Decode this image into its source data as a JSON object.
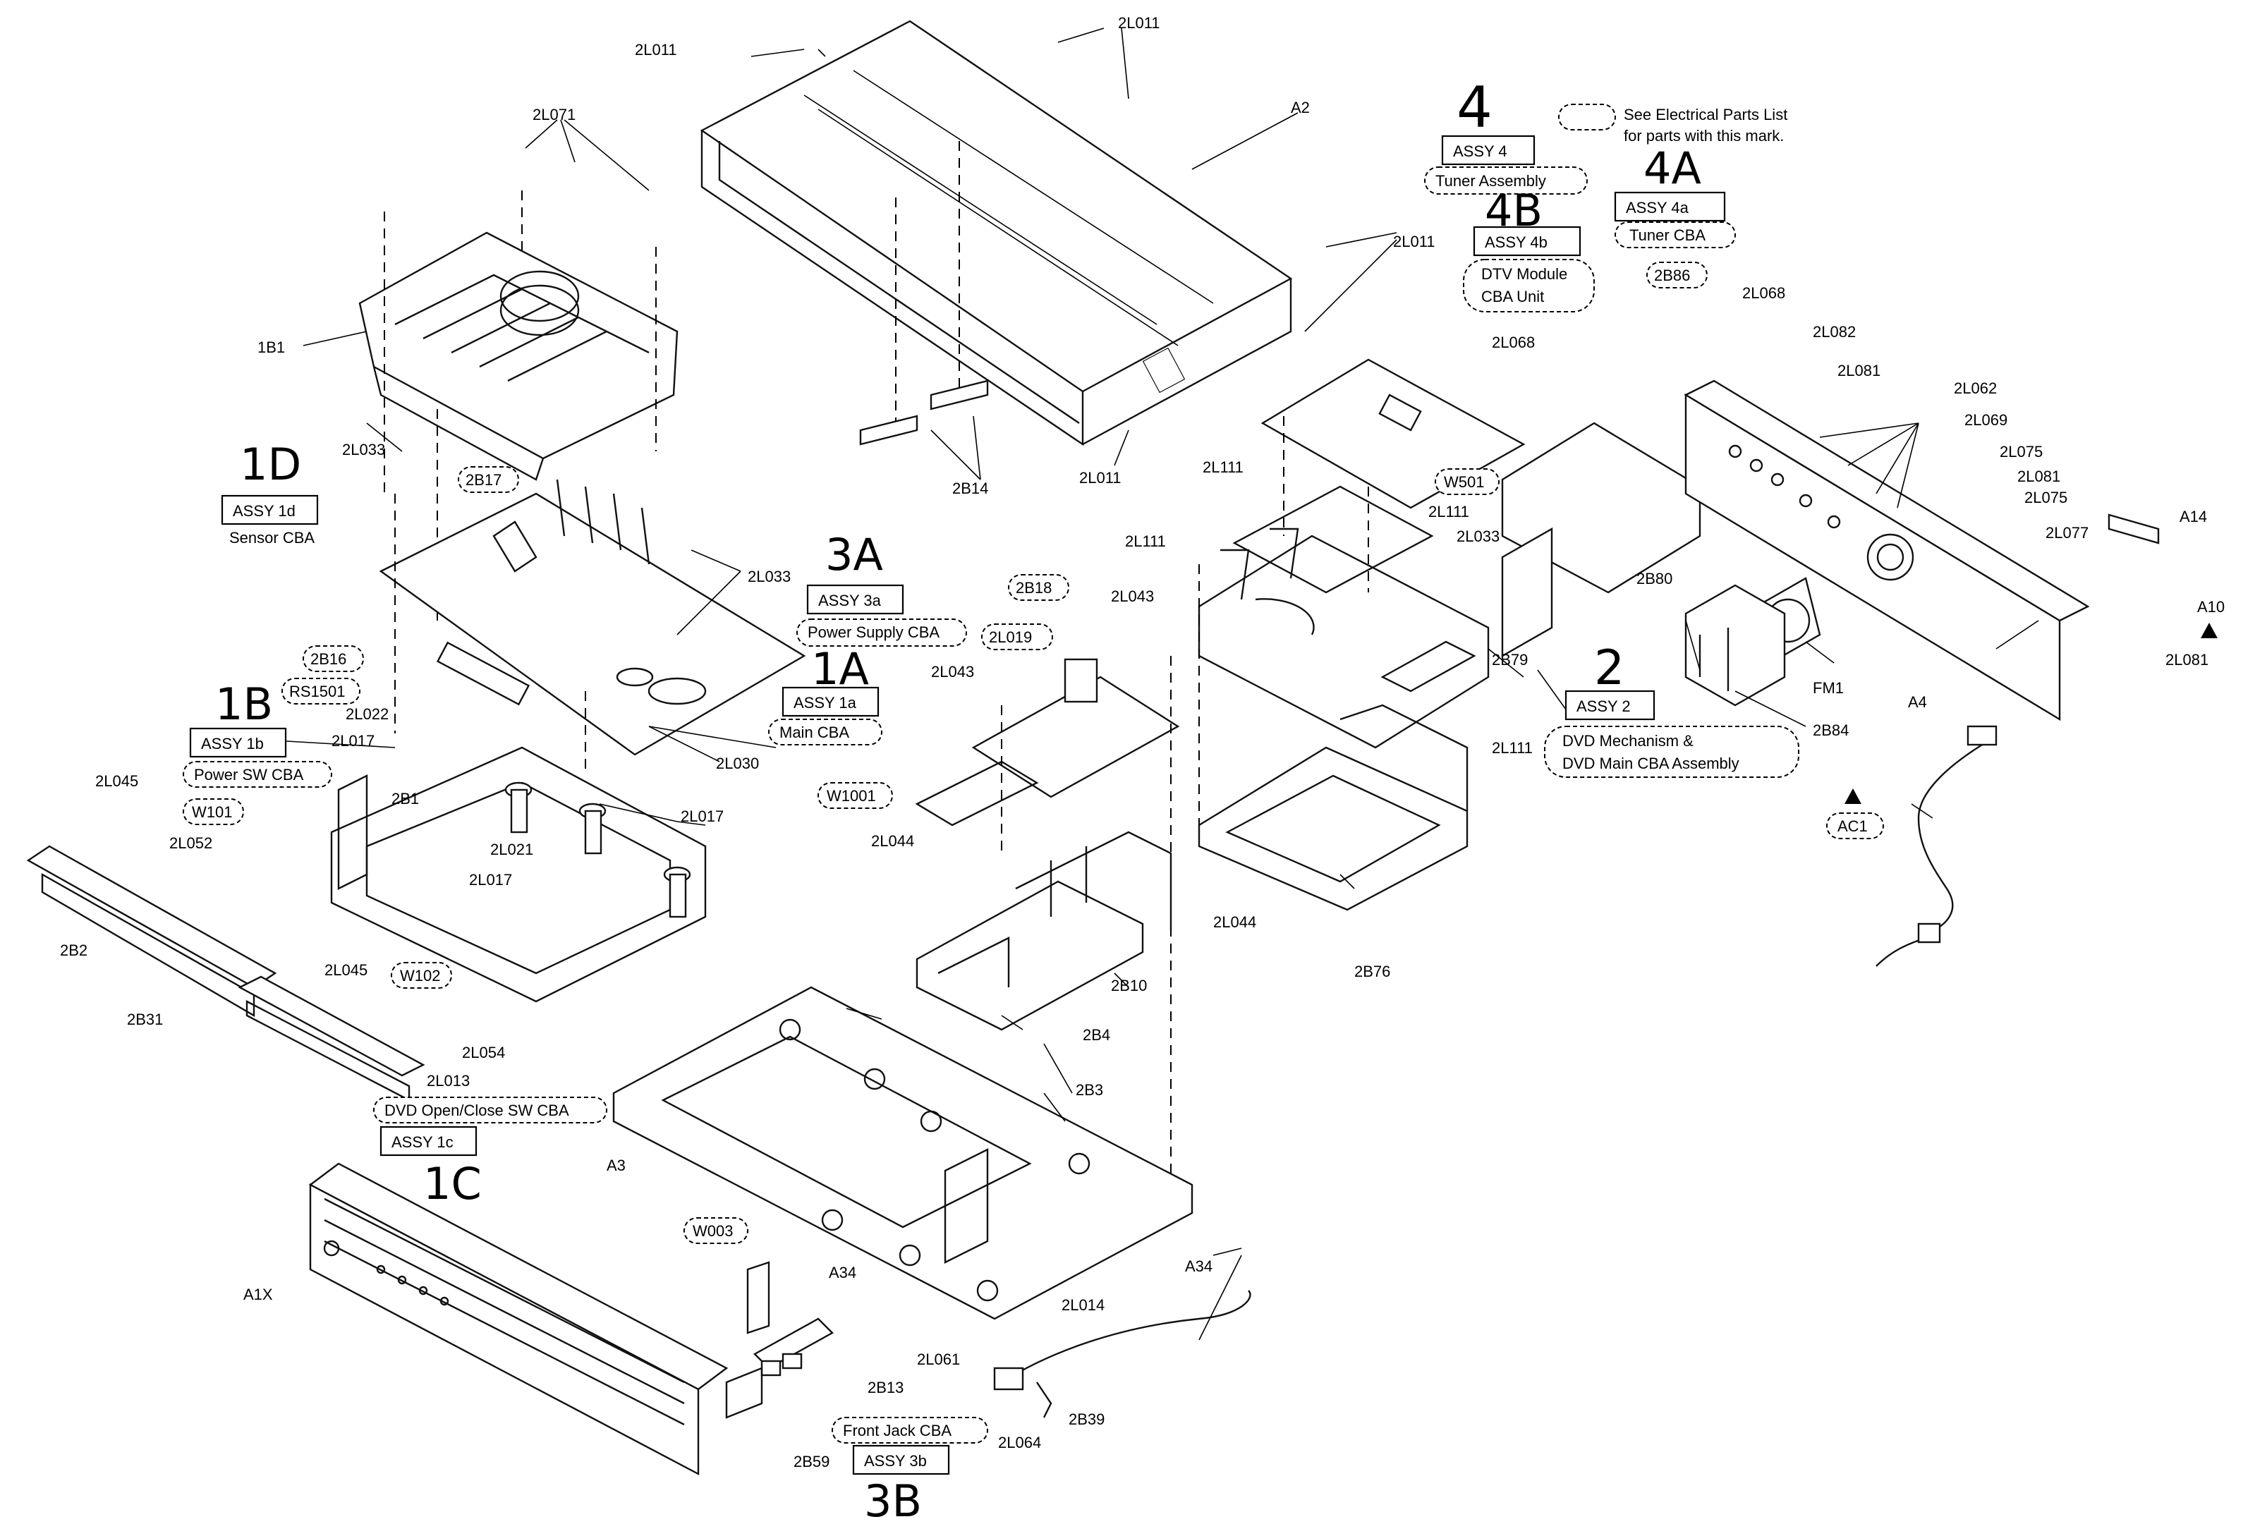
{
  "legend": {
    "text_line1": "See Electrical Parts List",
    "text_line2": "for parts with this mark."
  },
  "assemblies": {
    "a1": {
      "hand": "1A",
      "box": "ASSY 1a",
      "name": "Main CBA"
    },
    "a1b": {
      "hand": "1B",
      "box": "ASSY 1b",
      "name": "Power SW CBA"
    },
    "a1c": {
      "hand": "1C",
      "box": "ASSY 1c",
      "name": "DVD Open/Close SW CBA"
    },
    "a1d": {
      "hand": "1D",
      "box": "ASSY 1d",
      "name": "Sensor CBA"
    },
    "a2": {
      "hand": "2",
      "box": "ASSY 2",
      "name1": "DVD Mechanism &",
      "name2": "DVD Main CBA Assembly"
    },
    "a3a": {
      "hand": "3A",
      "box": "ASSY 3a",
      "name": "Power Supply CBA"
    },
    "a3b": {
      "hand": "3B",
      "box": "ASSY 3b",
      "name": "Front Jack CBA"
    },
    "a4": {
      "hand": "4",
      "box": "ASSY 4",
      "name": "Tuner Assembly"
    },
    "a4a": {
      "hand": "4A",
      "box": "ASSY 4a",
      "name": "Tuner CBA"
    },
    "a4b": {
      "hand": "4B",
      "box": "ASSY 4b",
      "name1": "DTV Module",
      "name2": "CBA Unit"
    }
  },
  "circled_parts": {
    "b86": "2B86",
    "b17": "2B17",
    "b16": "2B16",
    "rs1501": "RS1501",
    "w101": "W101",
    "w102": "W102",
    "b18": "2B18",
    "l019": "2L019",
    "w1001": "W1001",
    "w501": "W501",
    "w003": "W003",
    "ac1": "AC1"
  },
  "parts": {
    "l011_a": "2L011",
    "l011_b": "2L011",
    "l011_c": "2L011",
    "l011_d": "2L011",
    "a2": "A2",
    "l071": "2L071",
    "b1_top": "1B1",
    "b14": "2B14",
    "l033_a": "2L033",
    "l033_b": "2L033",
    "l022": "2L022",
    "l030": "2L030",
    "l017_a": "2L017",
    "l017_b": "2L017",
    "l017_c": "2L017",
    "b1": "2B1",
    "l021": "2L021",
    "l045_a": "2L045",
    "l045_b": "2L045",
    "l052": "2L052",
    "b2": "2B2",
    "b31": "2B31",
    "l054": "2L054",
    "l013": "2L013",
    "l043_a": "2L043",
    "l043_b": "2L043",
    "l044_a": "2L044",
    "l044_b": "2L044",
    "b10": "2B10",
    "b4": "2B4",
    "b3": "2B3",
    "a3": "A3",
    "a34_a": "A34",
    "a34_b": "A34",
    "l014": "2L014",
    "l061": "2L061",
    "b13": "2B13",
    "b39": "2B39",
    "l064": "2L064",
    "b59": "2B59",
    "a1x": "A1X",
    "l068_a": "2L068",
    "l068_b": "2L068",
    "l111_a": "2L111",
    "l111_b": "2L111",
    "l111_c": "2L111",
    "l111_d": "2L111",
    "l033_c": "2L033",
    "b79": "2B79",
    "b76": "2B76",
    "l082": "2L082",
    "l081_a": "2L081",
    "l081_b": "2L081",
    "l081_c": "2L081",
    "l062": "2L062",
    "l069": "2L069",
    "l075_a": "2L075",
    "l075_b": "2L075",
    "l077": "2L077",
    "a14": "A14",
    "a10": "A10",
    "b80": "2B80",
    "fm1": "FM1",
    "b84": "2B84",
    "a4": "A4"
  }
}
